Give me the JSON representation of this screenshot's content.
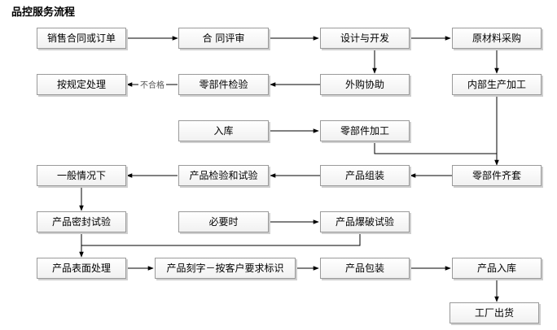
{
  "title": "品控服务流程",
  "nodes": {
    "sales_contract": "销售合同或订单",
    "contract_review": "合 同评审",
    "design_dev": "设计与开发",
    "raw_material": "原材料采购",
    "handle_by_rule": "按规定处理",
    "part_inspection": "零部件检验",
    "outsourcing": "外购协助",
    "internal_processing": "内部生产加工",
    "warehouse_in": "入库",
    "part_processing": "零部件加工",
    "general_test": "一般情况下",
    "product_inspection": "产品检验和试验",
    "product_assembly": "产品组装",
    "parts_complete": "零部件齐套",
    "seal_test": "产品密封试验",
    "when_needed": "必要时",
    "burst_test": "产品爆破试验",
    "surface_treatment": "产品表面处理",
    "engraving": "产品刻字－按客户要求标识",
    "packaging": "产品包装",
    "product_storage": "产品入库",
    "factory_shipping": "工厂出货"
  },
  "edge_labels": {
    "fail": "不合格"
  }
}
